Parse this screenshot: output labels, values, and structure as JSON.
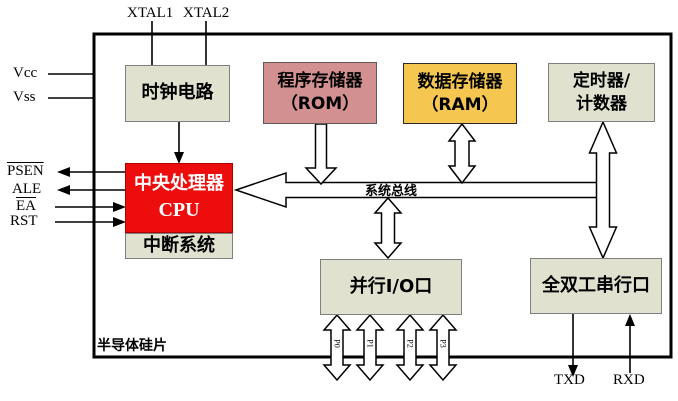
{
  "pins": {
    "xtal1": "XTAL1",
    "xtal2": "XTAL2",
    "vcc": "Vcc",
    "vss": "Vss",
    "psen": "PSEN",
    "ale": "ALE",
    "ea": "EA",
    "rst": "RST",
    "txd": "TXD",
    "rxd": "RXD",
    "ports": [
      "P0",
      "P1",
      "P2",
      "P3"
    ]
  },
  "blocks": {
    "clock": {
      "label": "时钟电路"
    },
    "rom": {
      "line1": "程序存储器",
      "line2": "（ROM）"
    },
    "ram": {
      "line1": "数据存储器",
      "line2": "（RAM）"
    },
    "timer": {
      "line1": "定时器/",
      "line2": "计数器"
    },
    "cpu": {
      "line1": "中央处理器",
      "line2": "CPU"
    },
    "interrupt": {
      "label": "中断系统"
    },
    "io": {
      "label": "并行I/O口"
    },
    "serial": {
      "label": "全双工串行口"
    }
  },
  "bus": {
    "label": "系统总线"
  },
  "chip": {
    "label": "半导体硅片"
  },
  "colors": {
    "block_green": "#e0e2cf",
    "rom_pink": "#d29090",
    "ram_yellow": "#f5c751",
    "cpu_red": "#ec0d0c",
    "line_black": "#000000",
    "background": "#ffffff"
  }
}
